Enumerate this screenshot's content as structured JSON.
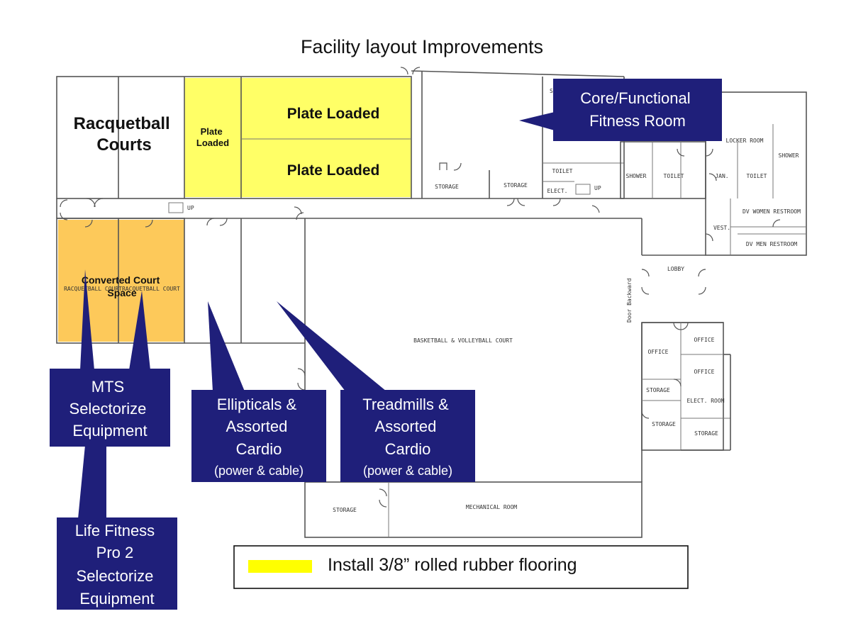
{
  "title": "Facility layout Improvements",
  "colors": {
    "rubber_flooring": "#ffff66",
    "converted_court": "#fdc95a",
    "callout": "#1f1f7a",
    "converted_text": "#e00000"
  },
  "rooms": {
    "racquetball": [
      "Racquetball",
      "Courts"
    ],
    "plate_small": [
      "Plate",
      "Loaded"
    ],
    "plate_top": "Plate Loaded",
    "plate_bottom": "Plate Loaded",
    "converted": [
      "Converted Court",
      "Space"
    ],
    "converted_faint": "RACQUETBALL COURTRACQUETBALL COURT",
    "storage": "STORAGE",
    "toilet": "TOILET",
    "elect": "ELECT.",
    "up": "UP",
    "shower": "SHOWER",
    "jan": "JAN.",
    "locker_room": "LOCKER ROOM",
    "dv_women": "DV WOMEN RESTROOM",
    "dv_men": "DV MEN RESTROOM",
    "vest": "VEST.",
    "lobby": "LOBBY",
    "basketball": "BASKETBALL & VOLLEYBALL COURT",
    "office": "OFFICE",
    "elect_room": "ELECT. ROOM",
    "mechanical": "MECHANICAL ROOM",
    "sa_partial": "SA",
    "door_backward": "Door Backward"
  },
  "callouts": {
    "core": [
      "Core/Functional",
      "Fitness Room"
    ],
    "mts": [
      "MTS",
      "Selectorize",
      "Equipment"
    ],
    "life": [
      "Life Fitness",
      "Pro 2",
      "Selectorize",
      "Equipment"
    ],
    "elliptical": [
      "Ellipticals &",
      "Assorted",
      "Cardio",
      "(power & cable)"
    ],
    "treadmill": [
      "Treadmills &",
      "Assorted",
      "Cardio",
      "(power & cable)"
    ]
  },
  "legend": {
    "text": "Install 3/8” rolled rubber flooring"
  }
}
